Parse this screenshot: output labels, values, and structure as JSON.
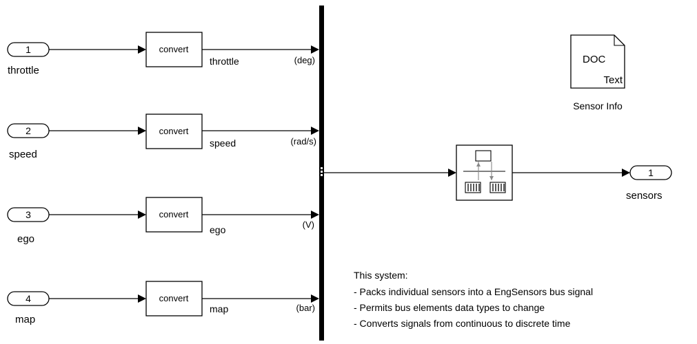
{
  "inports": [
    {
      "number": "1",
      "label": "throttle"
    },
    {
      "number": "2",
      "label": "speed"
    },
    {
      "number": "3",
      "label": "ego"
    },
    {
      "number": "4",
      "label": "map"
    }
  ],
  "converters": [
    {
      "label": "convert",
      "signal": "throttle",
      "unit": "(deg)"
    },
    {
      "label": "convert",
      "signal": "speed",
      "unit": "(rad/s)"
    },
    {
      "label": "convert",
      "signal": "ego",
      "unit": "(V)"
    },
    {
      "label": "convert",
      "signal": "map",
      "unit": "(bar)"
    }
  ],
  "outport": {
    "number": "1",
    "label": "sensors"
  },
  "doc_block": {
    "line1": "DOC",
    "line2": "Text",
    "label": "Sensor Info"
  },
  "note": {
    "title": "This system:",
    "lines": [
      "- Packs individual sensors into a EngSensors bus signal",
      "- Permits bus elements data types to change",
      "- Converts signals from continuous to discrete time"
    ]
  }
}
